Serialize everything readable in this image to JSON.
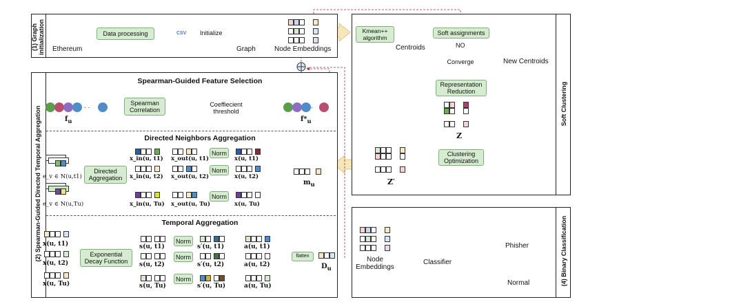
{
  "graph_init": {
    "panel_label": "(1) Graph\ninitialization",
    "ethereum": "Ethereum",
    "data_processing": "Data processing",
    "csv": "CSV",
    "initialize": "Initialize",
    "graph": "Graph",
    "node_embeddings": "Node Embeddings"
  },
  "spearman": {
    "panel_label": "(2) Spearman-Guided Directed Temporal Aggregation",
    "title": "Spearman-Guided Feature Selection",
    "correlation": "Spearman\nCorrelation",
    "threshold": "Coeffiecient\nthreshold",
    "f_u": "f",
    "f_u_star": "f*"
  },
  "directed": {
    "title": "Directed Neighbors Aggregation",
    "aggregation": "Directed\nAggregation",
    "norm": "Norm",
    "e_v1": "e_v ∈ N(u,t1)",
    "e_vT": "e_v ∈ N(u,Tu)",
    "x_in_1": "x_in(u, t1)",
    "x_in_2": "x_in(u, t2)",
    "x_in_T": "x_in(u, Tu)",
    "x_out_1": "x_out(u, t1)",
    "x_out_2": "x_out(u, t2)",
    "x_out_T": "x_out(u, Tu)",
    "x_1": "x(u, t1)",
    "x_2": "x(u, t2)",
    "x_T": "x(u, Tu)",
    "m_u": "m"
  },
  "temporal": {
    "title": "Temporal Aggregation",
    "decay": "Exponential\nDecay Function",
    "norm": "Norm",
    "flatten": "flatten",
    "x_1": "x(u, t1)",
    "x_2": "x(u, t2)",
    "x_T": "x(u, Tu)",
    "s_1": "s(u, t1)",
    "s_2": "s(u, t2)",
    "s_T": "s(u, Tu)",
    "sp_1": "s′(u, t1)",
    "sp_2": "s′(u, t2)",
    "sp_T": "s′(u, Tu)",
    "a_1": "a(u, t1)",
    "a_2": "a(u, t2)",
    "a_T": "a(u, Tu)",
    "d_u": "D"
  },
  "soft": {
    "panel_label": "Soft Clustering",
    "kmean": "Kmean++\nalgorithm",
    "centroids": "Centroids",
    "soft_assign": "Soft assignments",
    "no": "NO",
    "converge": "Converge",
    "new_centroids": "New Centroids",
    "rep_reduction": "Representation\nReduction",
    "z": "Z",
    "clustering_opt": "Clustering\nOptimization",
    "z_prime": "Z′"
  },
  "binary": {
    "panel_label": "(4) Binary Classification",
    "node_embeddings": "Node\nEmbeddings",
    "classifier": "Classifier",
    "phisher": "Phisher",
    "normal": "Normal"
  },
  "colors": {
    "green_box": "#d5ecd0",
    "diamond": "#f4c6c6",
    "arrow_big": "#f6e6b8"
  }
}
